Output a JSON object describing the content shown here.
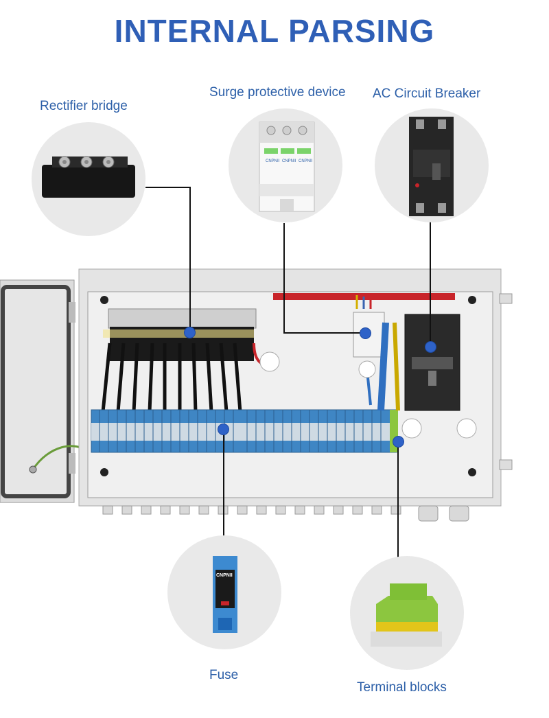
{
  "title": "INTERNAL PARSING",
  "components": {
    "rectifier_bridge": "Rectifier bridge",
    "surge_protective_device": "Surge protective device",
    "ac_circuit_breaker": "AC Circuit Breaker",
    "fuse": "Fuse",
    "terminal_blocks": "Terminal blocks"
  },
  "product_marks": {
    "fuse_brand": "CNPNII",
    "spd_brand": "CNPNII"
  },
  "colors": {
    "title": "#2f5fb6",
    "labels": "#2c5fa8",
    "marker_dot": "#2e62c8",
    "din_block": "#3f86c4",
    "earth_terminal": "#8cc63f"
  }
}
